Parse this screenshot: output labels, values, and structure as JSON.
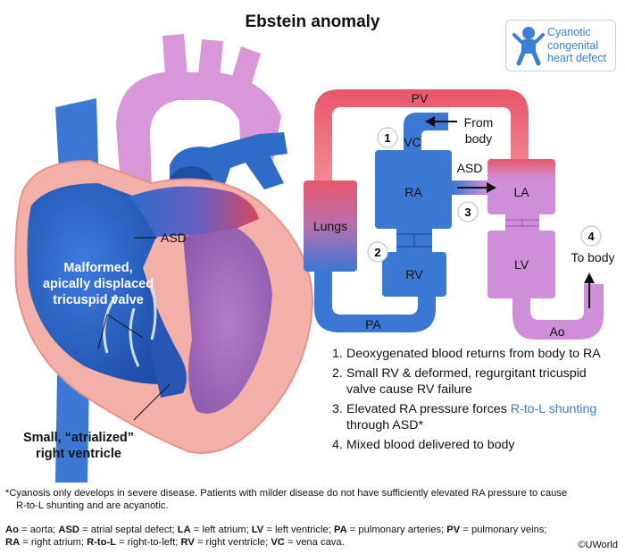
{
  "title": "Ebstein anomaly",
  "badge": {
    "text": "Cyanotic congenital heart defect",
    "icon": "infant-icon"
  },
  "heart_labels": {
    "asd": "ASD",
    "valve_line1": "Malformed,",
    "valve_line2": "apically displaced",
    "valve_line3": "tricuspid valve",
    "ventricle_line1": "Small, “atrialized”",
    "ventricle_line2": "right ventricle"
  },
  "flow": {
    "pv": "PV",
    "vc": "VC",
    "from_body_1": "From",
    "from_body_2": "body",
    "asd": "ASD",
    "ra": "RA",
    "la": "LA",
    "lungs": "Lungs",
    "rv": "RV",
    "lv": "LV",
    "pa": "PA",
    "ao": "Ao",
    "to_body": "To body",
    "n1": "1",
    "n2": "2",
    "n3": "3",
    "n4": "4"
  },
  "steps": [
    {
      "num": "1.",
      "text": "Deoxygenated blood returns from body to RA"
    },
    {
      "num": "2.",
      "text": "Small RV & deformed, regurgitant tricuspid valve cause RV failure"
    },
    {
      "num": "3.",
      "text_before": "Elevated RA pressure forces ",
      "highlight": "R-to-L shunting",
      "text_after": " through ASD*"
    },
    {
      "num": "4.",
      "text": "Mixed blood delivered to body"
    }
  ],
  "footnote_1": "*Cyanosis only develops in severe disease. Patients with milder disease do not have sufficiently elevated RA pressure to cause",
  "footnote_2": "R-to-L shunting and are acyanotic.",
  "abbreviations_line1": [
    {
      "abbr": "Ao",
      "def": " = aorta; "
    },
    {
      "abbr": "ASD",
      "def": " = atrial septal defect; "
    },
    {
      "abbr": "LA",
      "def": " = left atrium; "
    },
    {
      "abbr": "LV",
      "def": " = left ventricle; "
    },
    {
      "abbr": "PA",
      "def": " = pulmonary arteries; "
    },
    {
      "abbr": "PV",
      "def": " = pulmonary veins;"
    }
  ],
  "abbreviations_line2": [
    {
      "abbr": "RA",
      "def": " = right atrium; "
    },
    {
      "abbr": "R-to-L",
      "def": " = right-to-left; "
    },
    {
      "abbr": "RV",
      "def": " = right ventricle; "
    },
    {
      "abbr": "VC",
      "def": " = vena cava."
    }
  ],
  "copyright": "©UWorld",
  "colors": {
    "blue": "#3b78d4",
    "dark_blue": "#2358b0",
    "pink": "#e8576a",
    "violet": "#cf8fd8",
    "heart_skin": "#f2b0a8",
    "accent_text": "#3d7fd6"
  }
}
